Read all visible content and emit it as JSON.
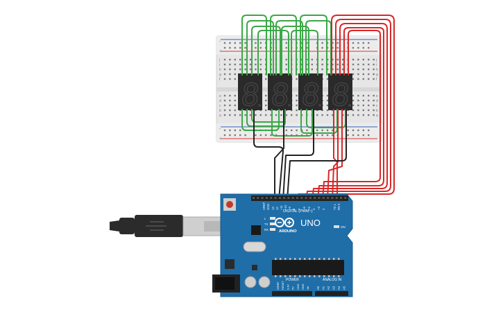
{
  "colors": {
    "board": "#1f6ea8",
    "board_edge": "#145a8c",
    "breadboard": "#e8e8e8",
    "display_body": "#2a2a2a",
    "display_segment": "#444444",
    "wire_green": "#3aa846",
    "wire_red": "#d62828",
    "wire_black": "#222222",
    "rail_red": "#d33",
    "rail_blue": "#3a5fb5",
    "usb_plug": "#2b2b2b",
    "usb_metal": "#cfcfcf"
  },
  "breadboard": {
    "row_letters_top": [
      "j",
      "i",
      "h",
      "g",
      "f"
    ],
    "row_letters_bottom": [
      "e",
      "d",
      "c",
      "b",
      "a"
    ],
    "rail_plus": "+",
    "rail_minus": "-"
  },
  "displays": {
    "count": 4,
    "digit_glyph": "8"
  },
  "arduino": {
    "brand": "ARDUINO",
    "model": "UNO",
    "digital_label": "DIGITAL (PWM~)",
    "analog_label": "ANALOG IN",
    "power_label": "POWER",
    "on_label": "ON",
    "led_labels": [
      "L",
      "TX",
      "RX"
    ],
    "digital_pins": [
      "AREF",
      "GND",
      "13",
      "12",
      "~11",
      "~10",
      "~9",
      "8",
      "7",
      "~6",
      "~5",
      "4",
      "~3",
      "2",
      "TX 1",
      "RX 0"
    ],
    "power_pins": [
      "IOREF",
      "RESET",
      "3.3V",
      "5V",
      "GND",
      "GND",
      "Vin"
    ],
    "analog_pins": [
      "A0",
      "A1",
      "A2",
      "A3",
      "A4",
      "A5"
    ]
  }
}
